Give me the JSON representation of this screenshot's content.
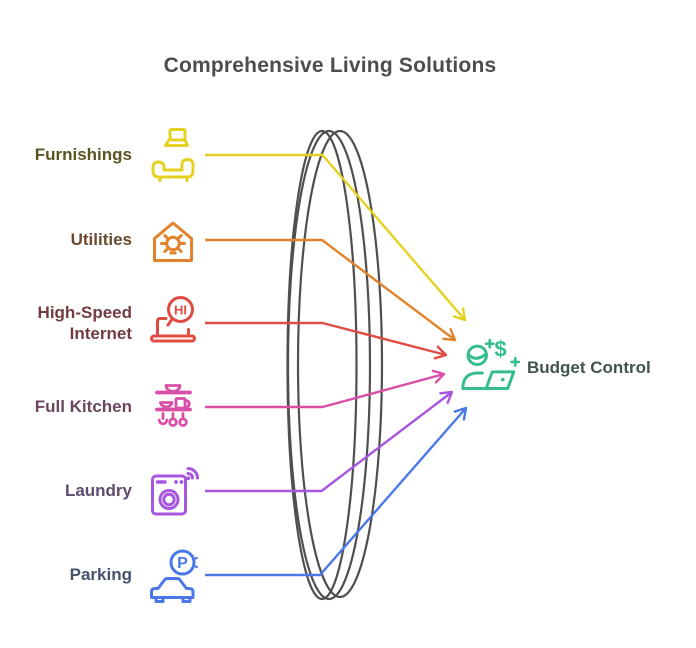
{
  "title": {
    "text": "Comprehensive Living Solutions",
    "color": "#4D4D4D"
  },
  "items": [
    {
      "label": "Furnishings",
      "icon": "sofa-laptop-icon",
      "color": "#E5D120",
      "label_color": "#5B5420"
    },
    {
      "label": "Utilities",
      "icon": "house-lightbulb-icon",
      "color": "#E2832C",
      "label_color": "#6B4A2E"
    },
    {
      "label": "High-Speed Internet",
      "icon": "laptop-chat-icon",
      "bubble_text": "HI",
      "color": "#E04B43",
      "label_color": "#713C3F"
    },
    {
      "label": "Full Kitchen",
      "icon": "kitchen-shelves-icon",
      "color": "#D94FA8",
      "label_color": "#6B4660"
    },
    {
      "label": "Laundry",
      "icon": "smart-washing-machine-icon",
      "color": "#A855E0",
      "label_color": "#5E4B70"
    },
    {
      "label": "Parking",
      "icon": "car-parking-icon",
      "badge_text": "P",
      "color": "#4A78E8",
      "label_color": "#47536E"
    }
  ],
  "target": {
    "label": "Budget Control",
    "icon": "person-finance-icon",
    "currency_text": "$",
    "color": "#35BD8D",
    "label_color": "#40544A"
  },
  "decor": {
    "ellipse_color": "#4F4F4F"
  }
}
